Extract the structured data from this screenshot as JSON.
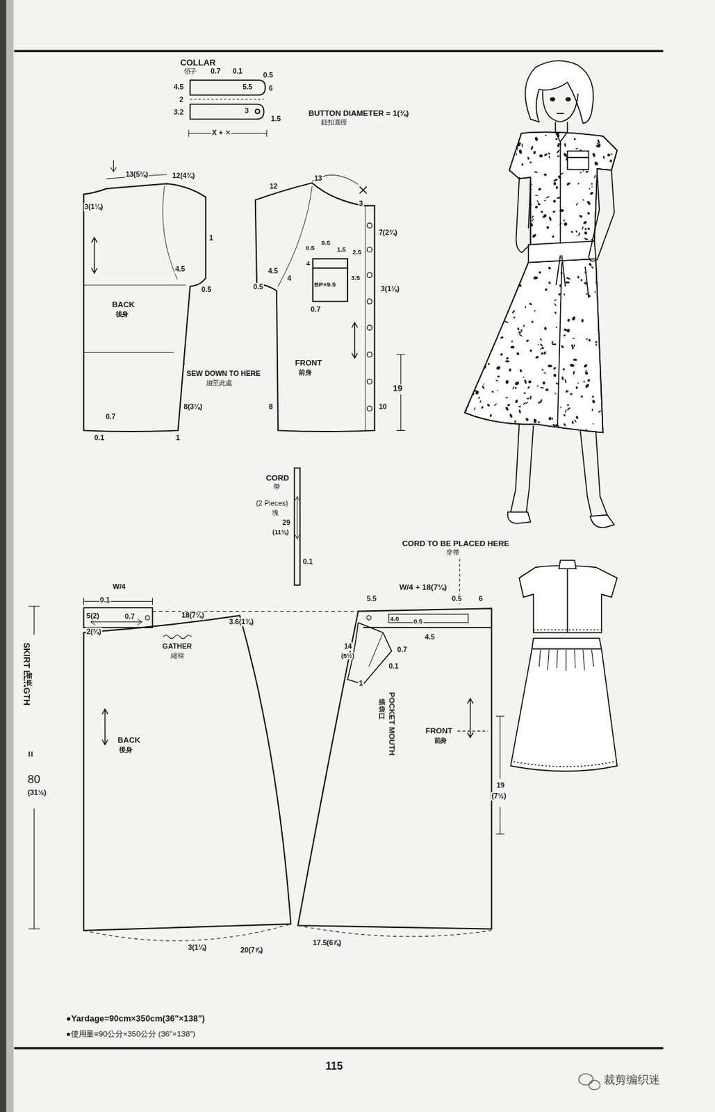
{
  "diagram": {
    "nodes": [
      {
        "text": [
          "BACK",
          "後身"
        ]
      },
      {
        "text": [
          "FRONT",
          "前身"
        ]
      },
      {
        "text": [
          "BP×9.5"
        ],
        "in": 1
      },
      {
        "text": [
          "BACK",
          "後身"
        ]
      },
      {
        "text": [
          "FRONT",
          "前身"
        ]
      }
    ],
    "labels": [
      "COLLAR",
      "領子",
      "0.7",
      "0.1",
      "0.5",
      "4.5",
      "5.5",
      "6",
      "2",
      "3.2",
      "3",
      "1.5",
      "X + ✕",
      "BUTTON DIAMETER = 1(⅜)",
      "鈕扣直徑",
      "13(5⅛)",
      "12(4¾)",
      "3(1⅛)",
      "1",
      "4.5",
      "0.5",
      "SEW DOWN TO HERE",
      "縫至此處",
      "8(3⅛)",
      "0.7",
      "0.1",
      "1",
      "12",
      "13",
      "3",
      "7(2¾)",
      "0.5",
      "9.5",
      "1.5",
      "2.5",
      "4",
      "4.5",
      "4",
      "0.5",
      "3.5",
      "3(1⅛)",
      "0.7",
      "8",
      "10",
      "19",
      "CORD",
      "帶",
      "(2 Pieces)",
      "塊",
      "29",
      "(11⅜)",
      "0.1",
      "W/4",
      "0.1",
      "0.7",
      "5(2)",
      "2(¾)",
      "18(7⅛)",
      "3.6(1⅜)",
      "GATHER",
      "縮褶",
      "SKIRT LENGTH",
      "裙長",
      "=",
      "80",
      "(31½)",
      "CORD TO BE PLACED HERE",
      "穿帶",
      "W/4 + 18(7⅛)",
      "5.5",
      "0.5",
      "6",
      "4.0",
      "0.5",
      "4.5",
      "14",
      "(5½)",
      "0.7",
      "0.1",
      "1",
      "POCKET MOUTH",
      "插袋口",
      "19",
      "(7½)",
      "3(1⅛)",
      "20(7⅞)",
      "17.5(6⅞)",
      "●Yardage=90cm×350cm(36\"×138\")",
      "●使用量=90公分×350公分 (36\"×138\")",
      "115",
      "裁剪编织迷"
    ]
  }
}
